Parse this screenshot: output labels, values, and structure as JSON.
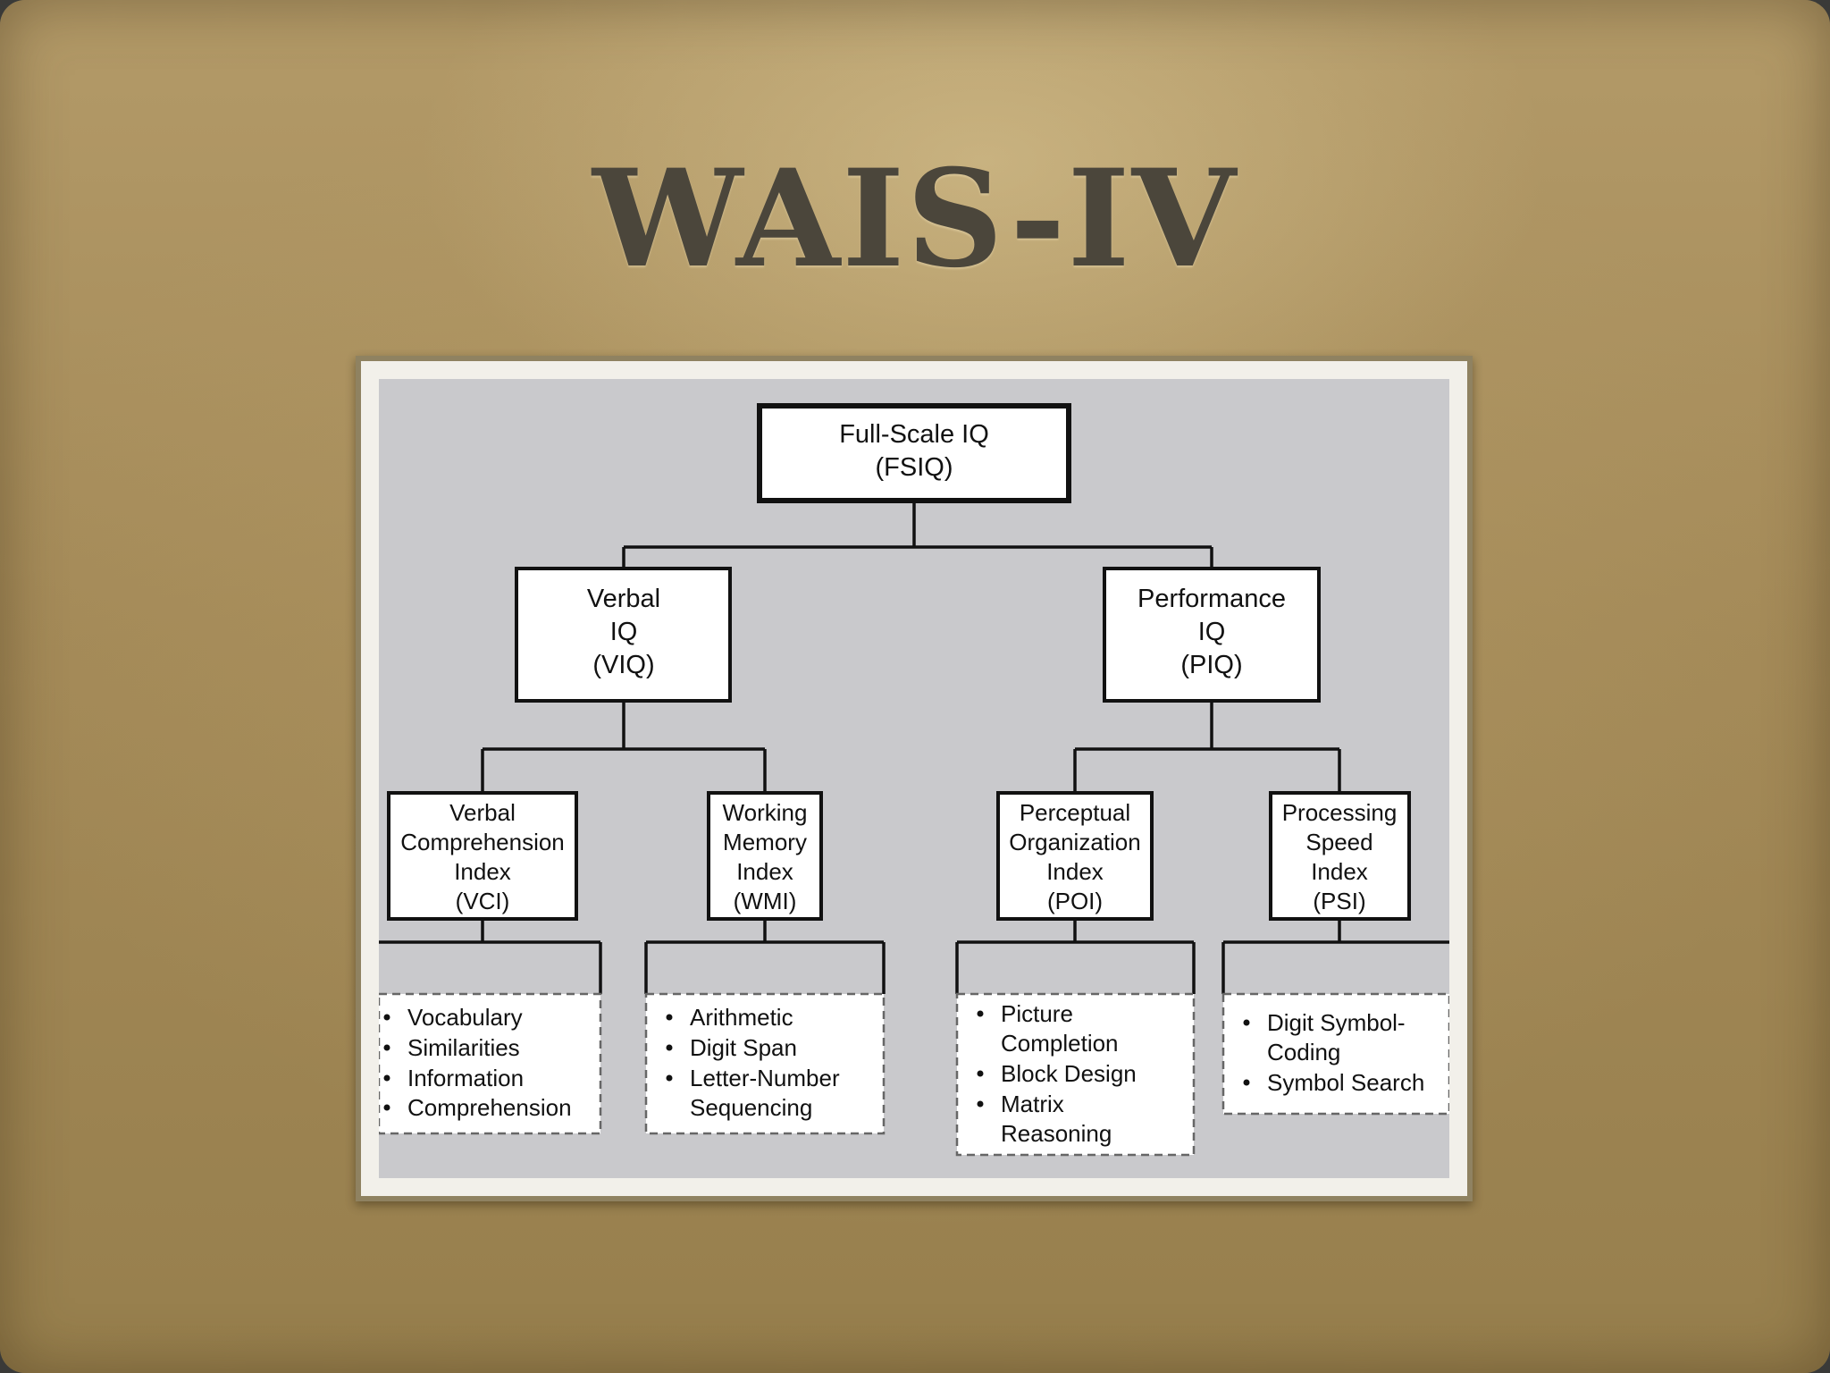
{
  "slide": {
    "title": "WAIS-IV"
  },
  "diagram": {
    "root": {
      "lines": [
        "Full-Scale IQ",
        "(FSIQ)"
      ]
    },
    "verbal_iq": {
      "lines": [
        "Verbal",
        "IQ",
        "(VIQ)"
      ]
    },
    "performance_iq": {
      "lines": [
        "Performance",
        "IQ",
        "(PIQ)"
      ]
    },
    "vci": {
      "lines": [
        "Verbal",
        "Comprehension",
        "Index",
        "(VCI)"
      ],
      "subtests": [
        "Vocabulary",
        "Similarities",
        "Information",
        "Comprehension"
      ]
    },
    "wmi": {
      "lines": [
        "Working",
        "Memory",
        "Index",
        "(WMI)"
      ],
      "subtests": [
        "Arithmetic",
        "Digit Span",
        "Letter-Number",
        "Sequencing"
      ]
    },
    "poi": {
      "lines": [
        "Perceptual",
        "Organization",
        "Index",
        "(POI)"
      ],
      "subtests": [
        "Picture",
        "Completion",
        "Block Design",
        "Matrix",
        "Reasoning"
      ]
    },
    "psi": {
      "lines": [
        "Processing",
        "Speed",
        "Index",
        "(PSI)"
      ],
      "subtests": [
        "Digit Symbol-",
        "Coding",
        "Symbol Search"
      ]
    }
  }
}
